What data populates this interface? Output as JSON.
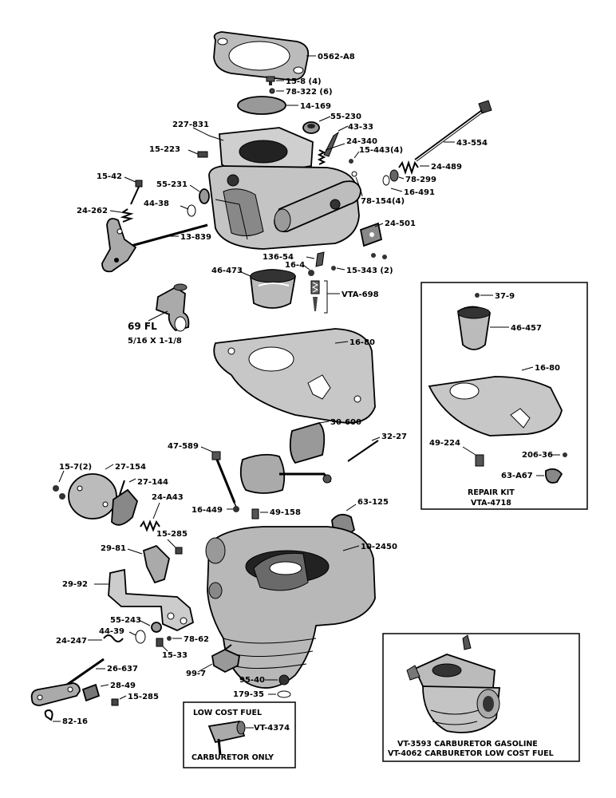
{
  "parts": {
    "p0562": "0562-A8",
    "p15_8": "15-8 (4)",
    "p78_322": "78-322 (6)",
    "p14_169": "14-169",
    "p227_831": "227-831",
    "p55_230": "55-230",
    "p43_33": "43-33",
    "p24_340": "24-340",
    "p15_443": "15-443(4)",
    "p43_554": "43-554",
    "p15_223": "15-223",
    "p24_489": "24-489",
    "p78_299": "78-299",
    "p16_491": "16-491",
    "p78_154": "78-154(4)",
    "p15_42": "15-42",
    "p55_231": "55-231",
    "p44_38": "44-38",
    "p24_262": "24-262",
    "p24_501": "24-501",
    "p13_839": "13-839",
    "p136_54": "136-54",
    "p16_4": "16-4",
    "p15_343": "15-343 (2)",
    "p46_473": "46-473",
    "pVTA698": "VTA-698",
    "p69fl": "69 FL",
    "p69size": "5/16 X 1-1/8",
    "p16_80a": "16-80",
    "p30_600": "30-600",
    "p32_27": "32-27",
    "p47_589": "47-589",
    "p15_7": "15-7(2)",
    "p27_154": "27-154",
    "p27_144": "27-144",
    "p24_A43": "24-A43",
    "p16_449": "16-449",
    "p49_158": "49-158",
    "p63_125": "63-125",
    "p15_285a": "15-285",
    "p10_2450": "10-2450",
    "p29_81": "29-81",
    "p29_92": "29-92",
    "p55_243": "55-243",
    "p44_39": "44-39",
    "p78_62": "78-62",
    "p24_247": "24-247",
    "p15_33": "15-33",
    "p26_637": "26-637",
    "p99_7": "99-7",
    "p95_40": "95-40",
    "p179_35": "179-35",
    "p28_49": "28-49",
    "p15_285b": "15-285",
    "p82_16": "82-16",
    "p37_9": "37-9",
    "p46_457": "46-457",
    "p16_80b": "16-80",
    "p49_224": "49-224",
    "p206_36": "206-36",
    "p63_A67": "63-A67"
  },
  "repair_kit": {
    "line1": "REPAIR KIT",
    "line2": "VTA-4718"
  },
  "low_cost_box": {
    "title": "LOW COST FUEL",
    "part": "VT-4374",
    "footer": "CARBURETOR ONLY"
  },
  "assembly_box": {
    "line1": "VT-3593 CARBURETOR GASOLINE",
    "line2": "VT-4062 CARBURETOR LOW COST FUEL"
  }
}
